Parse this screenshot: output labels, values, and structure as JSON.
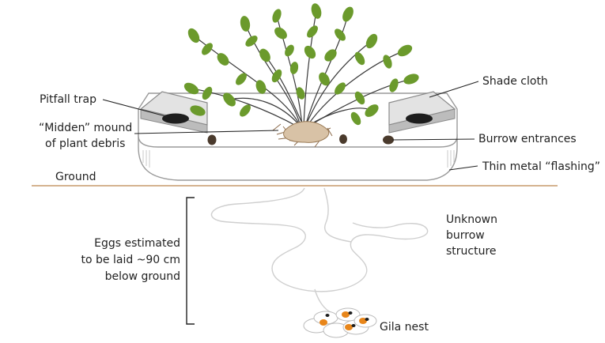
{
  "labels": {
    "pitfall_trap": "Pitfall trap",
    "midden_line1": "“Midden” mound",
    "midden_line2": "of plant debris",
    "ground": "Ground",
    "shade_cloth": "Shade cloth",
    "burrow_entrances": "Burrow entrances",
    "flashing": "Thin metal “flashing”",
    "unknown_line1": "Unknown",
    "unknown_line2": "burrow",
    "unknown_line3": "structure",
    "eggs_line1": "Eggs estimated",
    "eggs_line2": "to be laid ~90 cm",
    "eggs_line3": "below ground",
    "gila_nest": "Gila nest"
  },
  "colors": {
    "leaf": "#6b9a2c",
    "stem": "#3a3a3a",
    "ground_line": "#c79a6a",
    "burrow_outline": "#cfcfcf",
    "shade_cloth": "#e3e3e3",
    "egg_yolk": "#e8861a",
    "text": "#222222"
  }
}
